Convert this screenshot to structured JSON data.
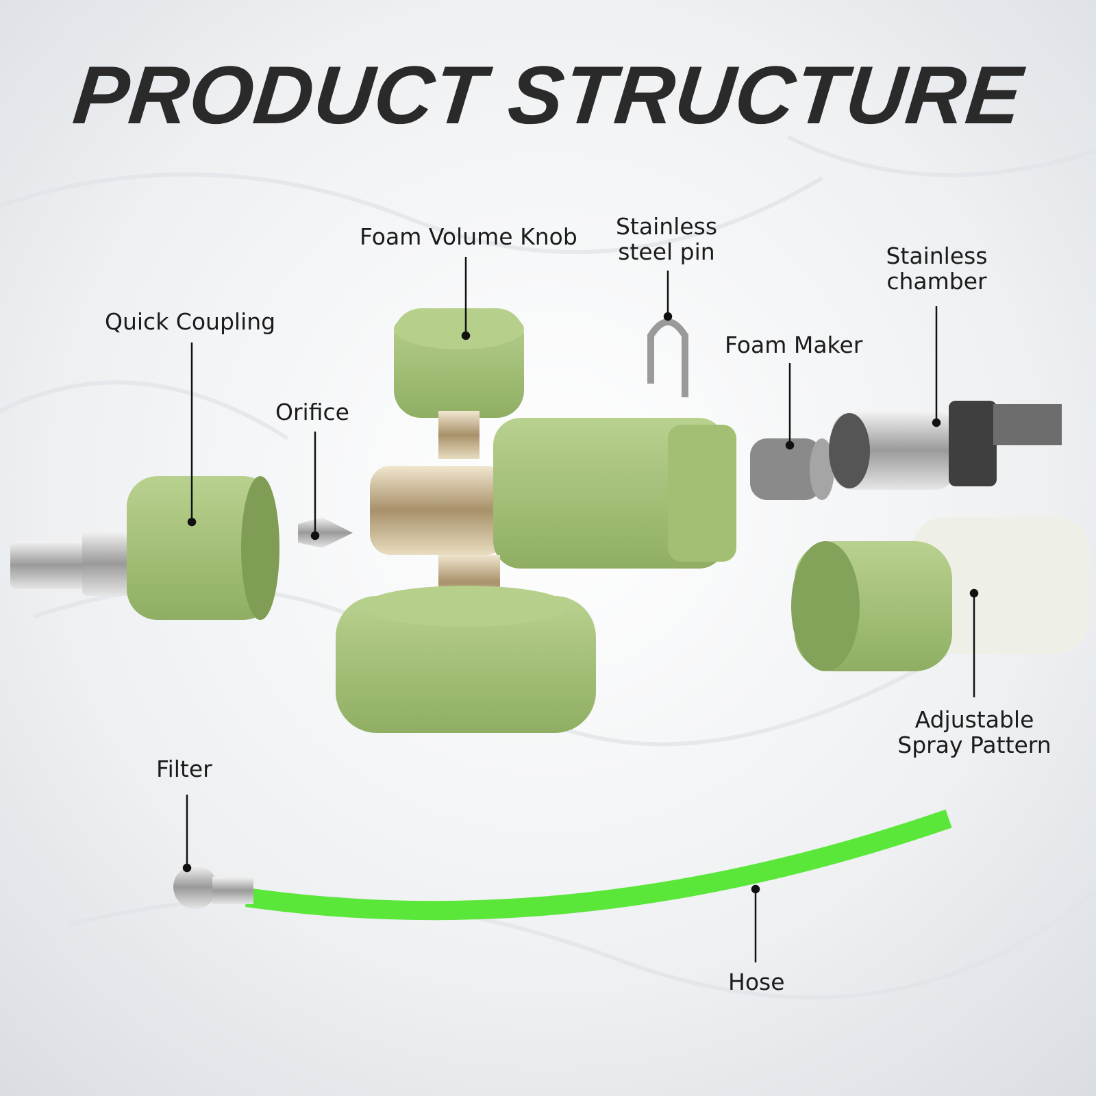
{
  "title": "PRODUCT STRUCTURE",
  "labels": {
    "quick_coupling": "Quick Coupling",
    "orifice": "Orifice",
    "foam_volume_knob": "Foam Volume Knob",
    "stainless_pin": "Stainless\nsteel pin",
    "foam_maker": "Foam Maker",
    "stainless_chamber": "Stainless\nchamber",
    "spray_pattern": "Adjustable\nSpray Pattern",
    "filter": "Filter",
    "hose": "Hose"
  },
  "colors": {
    "part_green": "#a8c47a",
    "part_green_dark": "#8fae63",
    "hose_green": "#5be63a",
    "metal": "#c9c9c9",
    "brass": "#c8b48a",
    "text": "#1b1b1b",
    "title": "#2a2a2a"
  }
}
